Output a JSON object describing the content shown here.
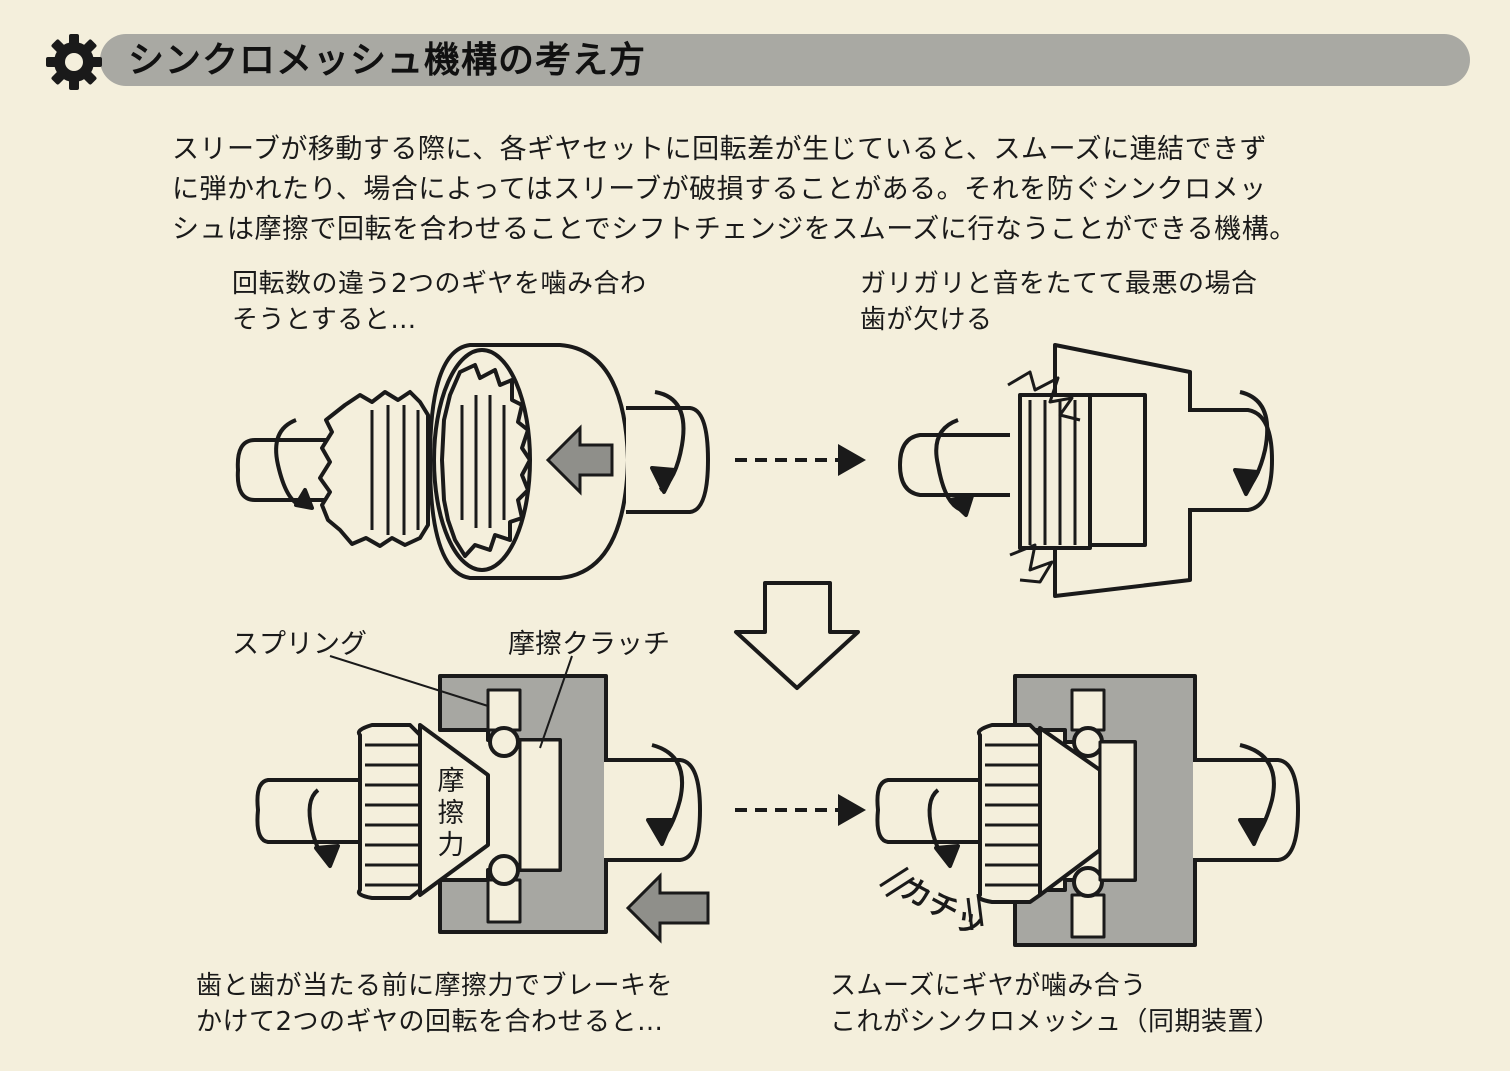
{
  "header": {
    "title": "シンクロメッシュ機構の考え方",
    "icon": "gear-icon"
  },
  "intro": {
    "lines": [
      "スリーブが移動する際に、各ギヤセットに回転差が生じていると、スムーズに連結できず",
      "に弾かれたり、場合によってはスリーブが破損することがある。それを防ぐシンクロメッ",
      "シュは摩擦で回転を合わせることでシフトチェンジをスムーズに行なうことができる機構。"
    ]
  },
  "captions": {
    "top_left": [
      "回転数の違う2つのギヤを噛み合わ",
      "そうとすると…"
    ],
    "top_right": [
      "ガリガリと音をたてて最悪の場合",
      "歯が欠ける"
    ],
    "bottom_left": [
      "歯と歯が当たる前に摩擦力でブレーキを",
      "かけて2つのギヤの回転を合わせると…"
    ],
    "bottom_right": [
      "スムーズにギヤが噛み合う",
      "これがシンクロメッシュ（同期装置）"
    ]
  },
  "labels": {
    "spring": "スプリング",
    "friction_clutch": "摩擦クラッチ",
    "friction_force": [
      "摩",
      "擦",
      "力"
    ],
    "sound": "カチッ"
  },
  "colors": {
    "background": "#f4efdc",
    "header_bar": "#a9a9a3",
    "part_fill": "#a7a7a2",
    "arrow_fill": "#8f8f8a",
    "line": "#1a1a1a"
  }
}
